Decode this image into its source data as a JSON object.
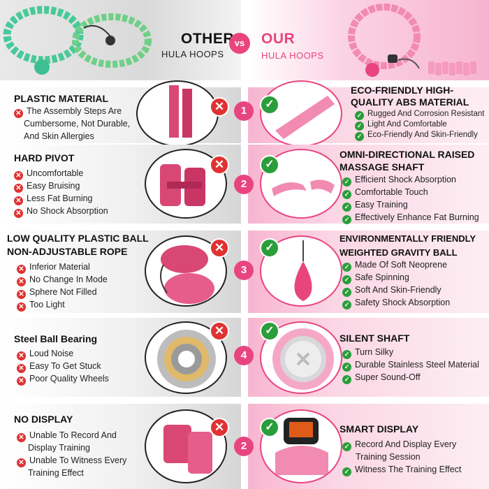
{
  "header": {
    "other_title": "OTHER",
    "other_sub": "HULA HOOPS",
    "vs": "vs",
    "our_title": "OUR",
    "our_sub": "HULA HOOPS"
  },
  "colors": {
    "accent": "#e8457f",
    "bad": "#e03232",
    "good": "#2a9e3a"
  },
  "rows": [
    {
      "number": "1",
      "left_title": "PLASTIC MATERIAL",
      "left_items": [
        "The Assembly Steps Are",
        "Cumbersome, Not Durable,",
        "And Skin Allergies"
      ],
      "right_title": [
        "ECO-FRIENDLY HIGH-",
        "QUALITY ABS MATERIAL"
      ],
      "right_items": [
        "Rugged And Corrosion Resistant",
        "Light And Comfortable",
        "Eco-Friendly And Skin-Friendly"
      ]
    },
    {
      "number": "2",
      "left_title": "HARD PIVOT",
      "left_items": [
        "Uncomfortable",
        "Easy Bruising",
        "Less Fat Burning",
        "No Shock Absorption"
      ],
      "right_title": [
        "OMNI-DIRECTIONAL RAISED",
        "MASSAGE SHAFT"
      ],
      "right_items": [
        "Efficient Shock Absorption",
        "Comfortable Touch",
        "Easy Training",
        "Effectively Enhance Fat Burning"
      ]
    },
    {
      "number": "3",
      "left_title": [
        "LOW QUALITY PLASTIC BALL",
        "NON-ADJUSTABLE ROPE"
      ],
      "left_items": [
        "Inferior Material",
        "No Change In Mode",
        "Sphere Not Filled",
        "Too Light"
      ],
      "right_title": [
        "ENVIRONMENTALLY FRIENDLY",
        "WEIGHTED GRAVITY BALL"
      ],
      "right_items": [
        "Made Of Soft Neoprene",
        "Safe Spinning",
        "Soft And Skin-Friendly",
        "Safety Shock Absorption"
      ]
    },
    {
      "number": "4",
      "left_title": "Steel Ball Bearing",
      "left_items": [
        "Loud Noise",
        "Easy To Get Stuck",
        "Poor Quality Wheels"
      ],
      "right_title": "SILENT SHAFT",
      "right_items": [
        "Turn Silky",
        "Durable Stainless Steel Material",
        "Super Sound-Off"
      ]
    },
    {
      "number": "2",
      "left_title": "NO DISPLAY",
      "left_items": [
        "Unable To Record And",
        "Display Training",
        "Unable To Witness Every",
        "Training Effect"
      ],
      "right_title": "SMART DISPLAY",
      "right_items": [
        "Record And Display Every",
        "Training Session",
        "Witness The Training Effect"
      ]
    }
  ]
}
